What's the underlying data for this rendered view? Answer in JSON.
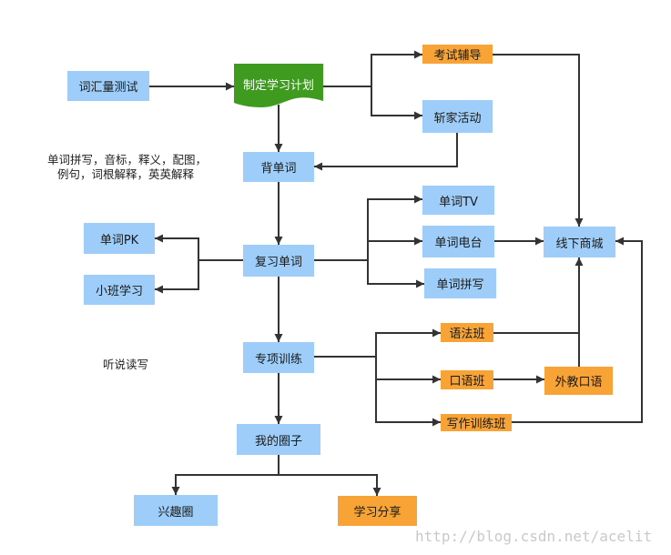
{
  "colors": {
    "blue_node": "#9dcdf8",
    "orange_node": "#f7a336",
    "green_node": "#3e9b1f",
    "connector": "#333333"
  },
  "nodes": {
    "vocab_test": "词汇量测试",
    "study_plan": "制定学习计划",
    "exam_tutoring": "考试辅导",
    "activity": "斩家活动",
    "memorize_words": "背单词",
    "word_tv": "单词TV",
    "word_pk": "单词PK",
    "word_radio": "单词电台",
    "offline_mall": "线下商城",
    "review_words": "复习单词",
    "word_spelling": "单词拼写",
    "small_class": "小班学习",
    "grammar_class": "语法班",
    "special_training": "专项训练",
    "oral_class": "口语班",
    "foreign_teacher_oral": "外教口语",
    "writing_class": "写作训练班",
    "my_circle": "我的圈子",
    "interest_circle": "兴趣圈",
    "study_share": "学习分享"
  },
  "annotations": {
    "memorize_features_line1": "单词拼写，音标，释义，配图，",
    "memorize_features_line2": "例句，词根解释，英英解释",
    "special_training_note": "听说读写"
  },
  "watermark": "http://blog.csdn.net/acelit"
}
